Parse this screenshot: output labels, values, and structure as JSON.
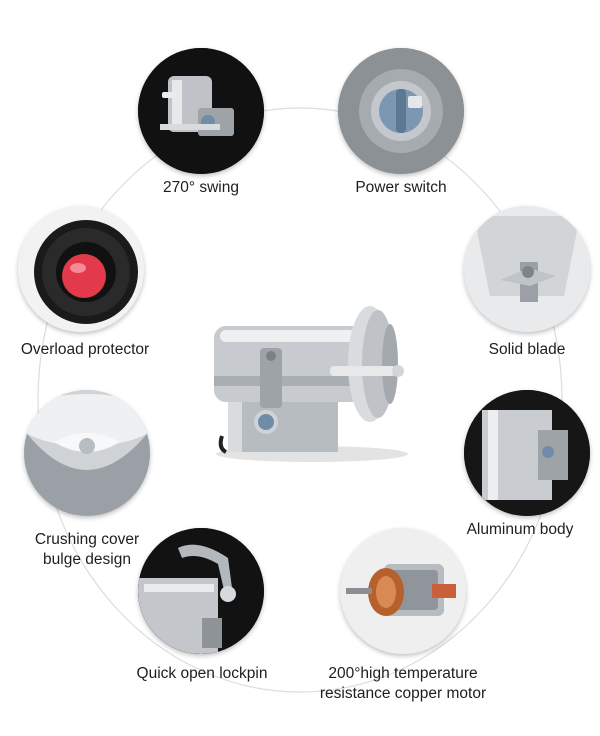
{
  "features": {
    "swing": {
      "label": "270° swing",
      "icon": "swing-arm-icon"
    },
    "power_switch": {
      "label": "Power switch",
      "icon": "power-knob-icon"
    },
    "overload": {
      "label": "Overload protector",
      "icon": "red-button-icon"
    },
    "blade": {
      "label": "Solid blade",
      "icon": "blade-icon"
    },
    "cover": {
      "label_line1": "Crushing cover",
      "label_line2": "bulge design",
      "icon": "bowl-cover-icon"
    },
    "body": {
      "label": "Aluminum body",
      "icon": "aluminum-body-icon"
    },
    "lockpin": {
      "label": "Quick open lockpin",
      "icon": "lockpin-icon"
    },
    "motor": {
      "label_line1": "200°high temperature",
      "label_line2": "resistance copper motor",
      "icon": "copper-motor-icon"
    }
  },
  "colors": {
    "dark_bg": "#111111",
    "steel": "#c9ccd0",
    "accent_blue": "#6f8ca8",
    "button_red": "#e23a4a",
    "copper": "#b8602c",
    "ring_line": "#d6d6d6"
  }
}
